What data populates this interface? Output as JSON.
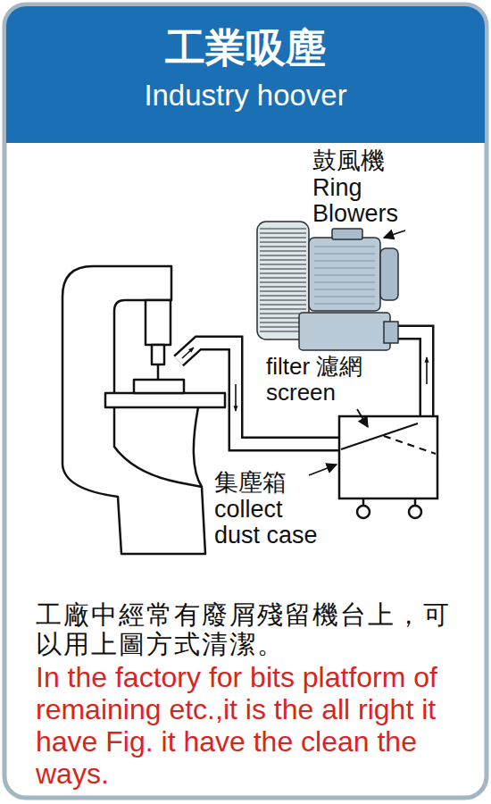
{
  "diagram": {
    "caption": "工廠中經常有廢屑殘留機台上，可以用上圖方式清潔。",
    "nodes": [
      {
        "text": [
          "工業吸塵",
          "Industry hoover"
        ]
      }
    ],
    "labels": [
      "鼓風機 Ring Blowers",
      "filter 濾網 screen",
      "集塵箱 collect dust case",
      "In the factory for bits platform of remaining etc.,it is the all right it have Fig. it have the clean the ways."
    ]
  }
}
